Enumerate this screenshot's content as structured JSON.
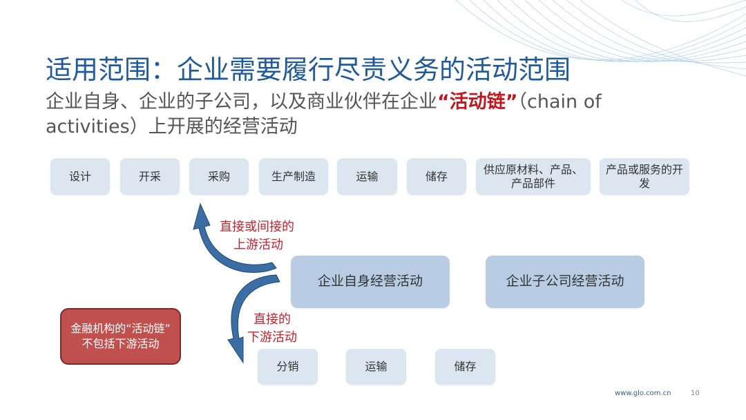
{
  "title": "适用范围：企业需要履行尽责义务的活动范围",
  "subtitle": {
    "pre": "企业自身、企业的子公司，以及商业伙伴在企业",
    "highlight": "“活动链”",
    "post": "（chain of activities）上开展的经营活动"
  },
  "upstream_boxes": [
    "设计",
    "开采",
    "采购",
    "生产制造",
    "运输",
    "储存",
    "供应原材料、产品、产品部件",
    "产品或服务的开发"
  ],
  "core_boxes": [
    "企业自身经营活动",
    "企业子公司经营活动"
  ],
  "downstream_boxes": [
    "分销",
    "运输",
    "储存"
  ],
  "upstream_label": {
    "line1": "直接或间接的",
    "line2": "上游活动"
  },
  "downstream_label": {
    "line1": "直接的",
    "line2": "下游活动"
  },
  "note": {
    "line1": "金融机构的“活动链”",
    "line2": "不包括下游活动"
  },
  "footer": {
    "url": "www.glo.com.cn",
    "page": "10"
  },
  "colors": {
    "title": "#1f5a9c",
    "highlight": "#c0171d",
    "box": "#dce6f0",
    "core": "#b8cce4",
    "arrow": "#3a6ea5",
    "note": "#c0504d"
  }
}
